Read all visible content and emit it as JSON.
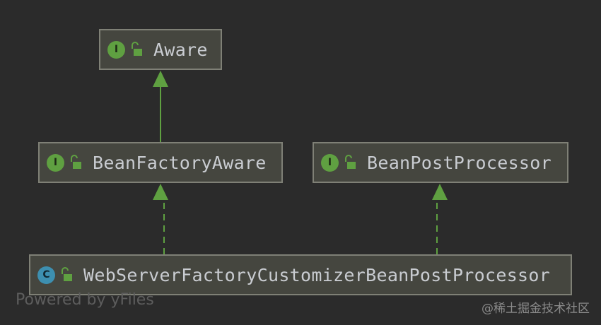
{
  "nodes": {
    "aware": {
      "kind": "I",
      "label": "Aware"
    },
    "bean_factory_aware": {
      "kind": "I",
      "label": "BeanFactoryAware"
    },
    "bean_post_processor": {
      "kind": "I",
      "label": "BeanPostProcessor"
    },
    "web_server_factory": {
      "kind": "C",
      "label": "WebServerFactoryCustomizerBeanPostProcessor"
    }
  },
  "edges": [
    {
      "from": "BeanFactoryAware",
      "to": "Aware",
      "style": "solid",
      "relation": "extends"
    },
    {
      "from": "WebServerFactoryCustomizerBeanPostProcessor",
      "to": "BeanFactoryAware",
      "style": "dashed",
      "relation": "implements"
    },
    {
      "from": "WebServerFactoryCustomizerBeanPostProcessor",
      "to": "BeanPostProcessor",
      "style": "dashed",
      "relation": "implements"
    }
  ],
  "colors": {
    "background": "#2b2b2b",
    "node_fill": "#45463f",
    "node_border": "#7f8076",
    "edge": "#5fa041",
    "interface_badge": "#5fa041",
    "class_badge": "#3d8fb0",
    "label": "#c9ccd1"
  },
  "icons": {
    "visibility": "unlock-icon"
  },
  "watermark": {
    "left": "Powered by yFiles",
    "right": "@稀土掘金技术社区"
  }
}
